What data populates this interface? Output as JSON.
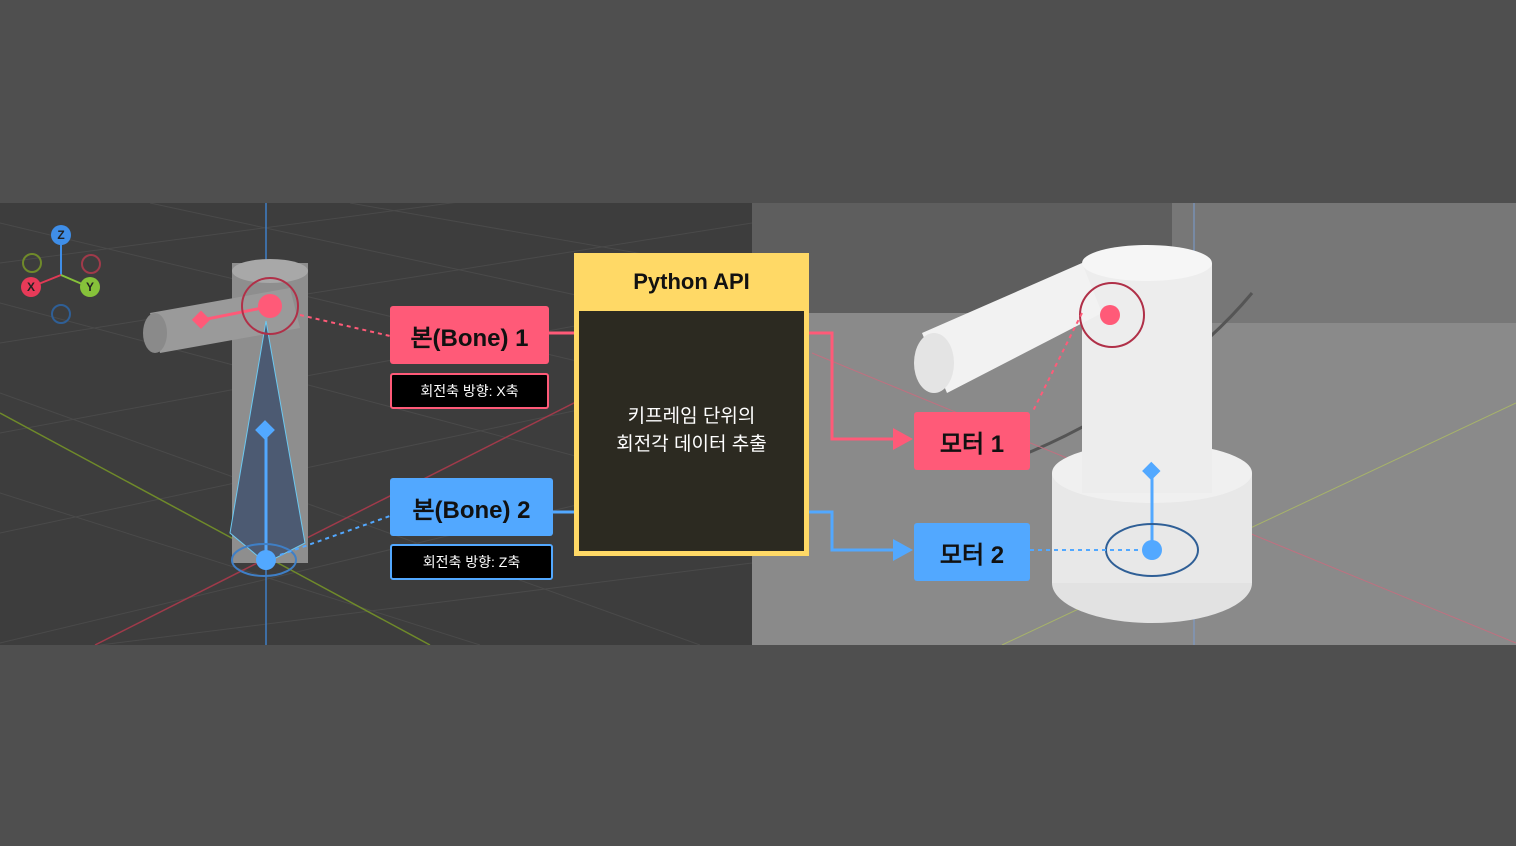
{
  "gizmo": {
    "z": "Z",
    "x": "X",
    "y": "Y"
  },
  "bones": [
    {
      "label": "본(Bone) 1",
      "axis_label": "회전축 방향: X축"
    },
    {
      "label": "본(Bone) 2",
      "axis_label": "회전축 방향: Z축"
    }
  ],
  "api": {
    "title": "Python API",
    "line1": "키프레임 단위의",
    "line2": "회전각 데이터 추출"
  },
  "motors": [
    {
      "label": "모터 1"
    },
    {
      "label": "모터 2"
    }
  ],
  "colors": {
    "pink": "#ff5a78",
    "blue": "#52a8ff",
    "yellow": "#ffd966"
  }
}
